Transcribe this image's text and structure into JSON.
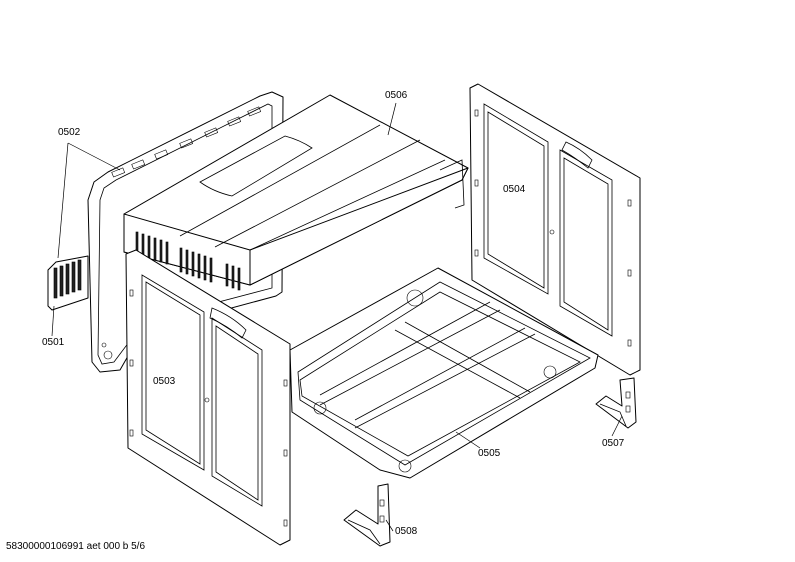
{
  "parts": {
    "p0501": "0501",
    "p0502": "0502",
    "p0503": "0503",
    "p0504": "0504",
    "p0505": "0505",
    "p0506": "0506",
    "p0507": "0507",
    "p0508": "0508"
  },
  "footer": "58300000106991 aet 000 b 5/6"
}
